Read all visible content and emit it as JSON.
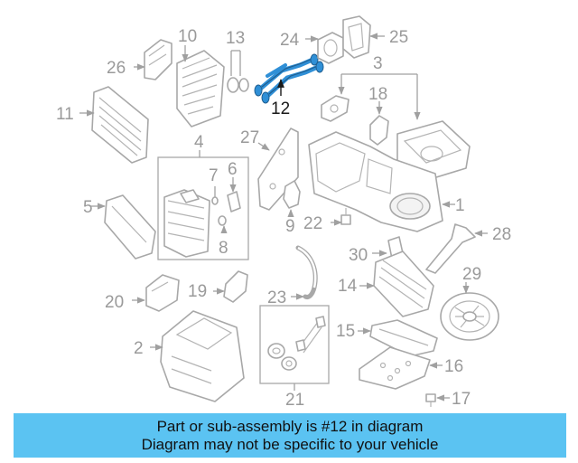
{
  "highlight_color": "#2f8fd6",
  "banner_color": "#5bc3f2",
  "labels": {
    "l1": "1",
    "l2": "2",
    "l3": "3",
    "l4": "4",
    "l5": "5",
    "l6": "6",
    "l7": "7",
    "l8": "8",
    "l9": "9",
    "l10": "10",
    "l11": "11",
    "l12": "12",
    "l13": "13",
    "l14": "14",
    "l15": "15",
    "l16": "16",
    "l17": "17",
    "l18": "18",
    "l19": "19",
    "l20": "20",
    "l21": "21",
    "l22": "22",
    "l23": "23",
    "l24": "24",
    "l25": "25",
    "l26": "26",
    "l27": "27",
    "l28": "28",
    "l29": "29",
    "l30": "30"
  },
  "banner": {
    "line1": "Part or sub-assembly is #12 in diagram",
    "line2": "Diagram may not be specific to your vehicle"
  }
}
